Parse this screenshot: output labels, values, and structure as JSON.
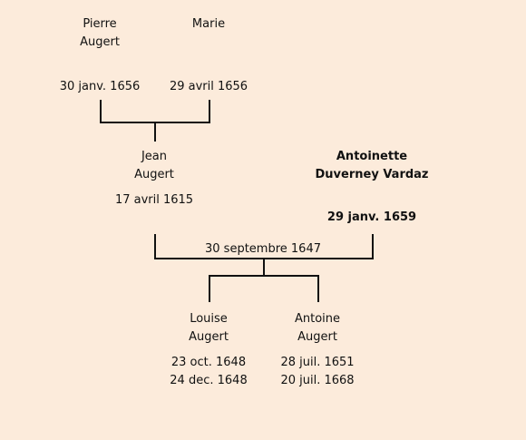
{
  "tree": {
    "pierre": {
      "name_line1": "Pierre",
      "name_line2": "Augert",
      "death": "30 janv. 1656"
    },
    "marie": {
      "name_line1": "Marie",
      "death": "29 avril 1656"
    },
    "jean": {
      "name_line1": "Jean",
      "name_line2": "Augert",
      "death": "17 avril 1615"
    },
    "antoinette": {
      "name_line1": "Antoinette",
      "name_line2": "Duverney Vardaz",
      "death": "29 janv. 1659"
    },
    "marriage_date": "30 septembre 1647",
    "louise": {
      "name_line1": "Louise",
      "name_line2": "Augert",
      "birth": "23 oct. 1648",
      "death": "24 dec. 1648"
    },
    "antoine": {
      "name_line1": "Antoine",
      "name_line2": "Augert",
      "birth": "28 juil. 1651",
      "death": "20 juil. 1668"
    }
  }
}
